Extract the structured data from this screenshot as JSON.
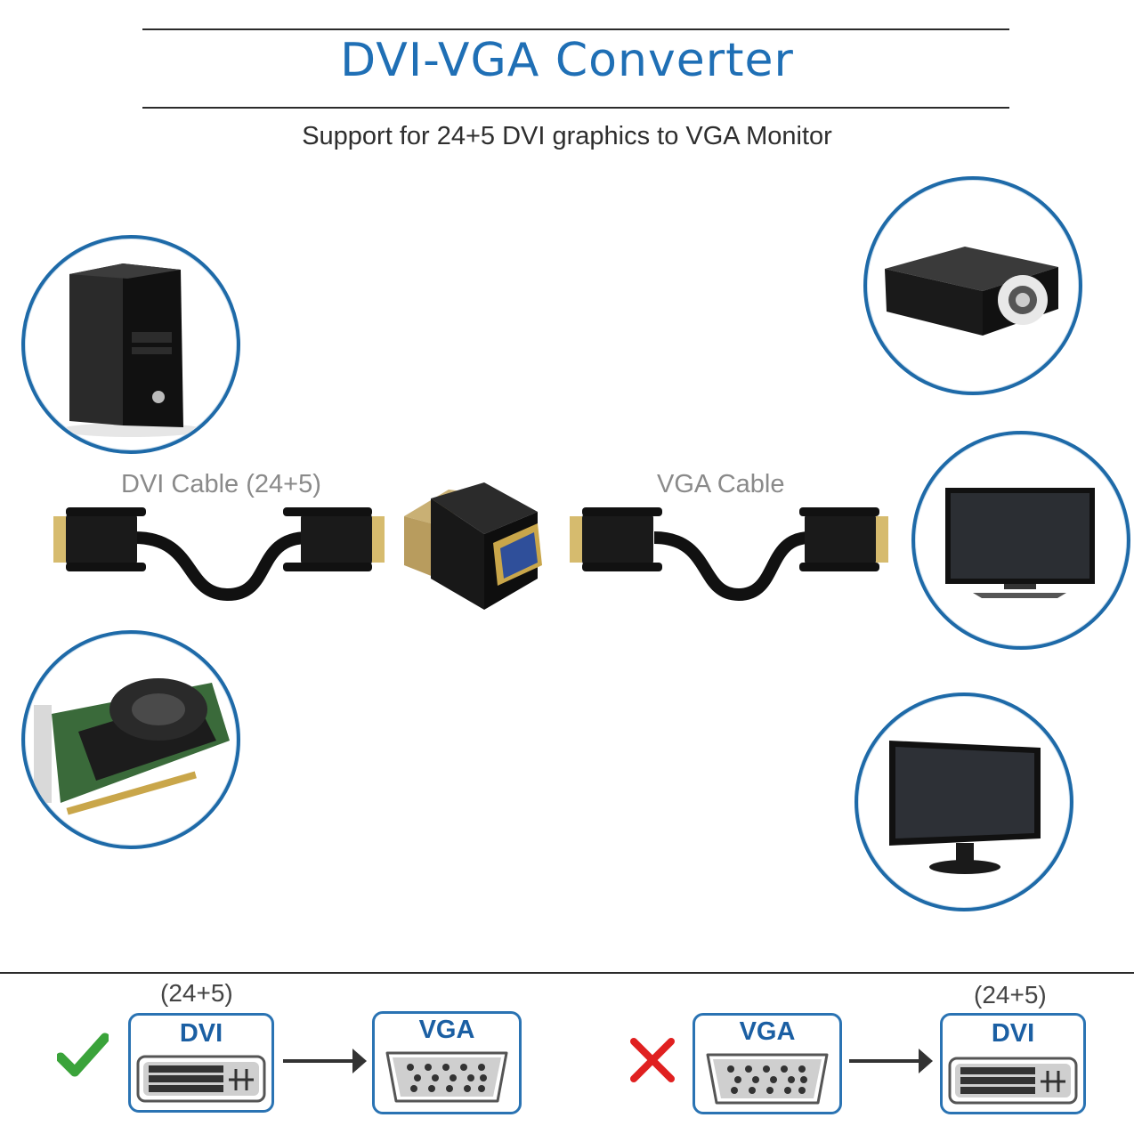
{
  "header": {
    "title": "DVI-VGA Converter",
    "subtitle": "Support for 24+5 DVI graphics to VGA Monitor"
  },
  "cables": {
    "dvi_label": "DVI Cable (24+5)",
    "vga_label": "VGA Cable"
  },
  "compatibility": {
    "supported": {
      "from_note": "(24+5)",
      "from_label": "DVI",
      "to_label": "VGA"
    },
    "unsupported": {
      "from_label": "VGA",
      "to_note": "(24+5)",
      "to_label": "DVI"
    }
  },
  "colors": {
    "accent": "#1f6fb5",
    "check": "#3aa33a",
    "cross": "#e02020"
  },
  "icons": [
    "pc-tower-icon",
    "graphics-card-icon",
    "projector-icon",
    "tv-icon",
    "monitor-icon",
    "check-icon",
    "cross-icon",
    "arrow-right-icon"
  ]
}
